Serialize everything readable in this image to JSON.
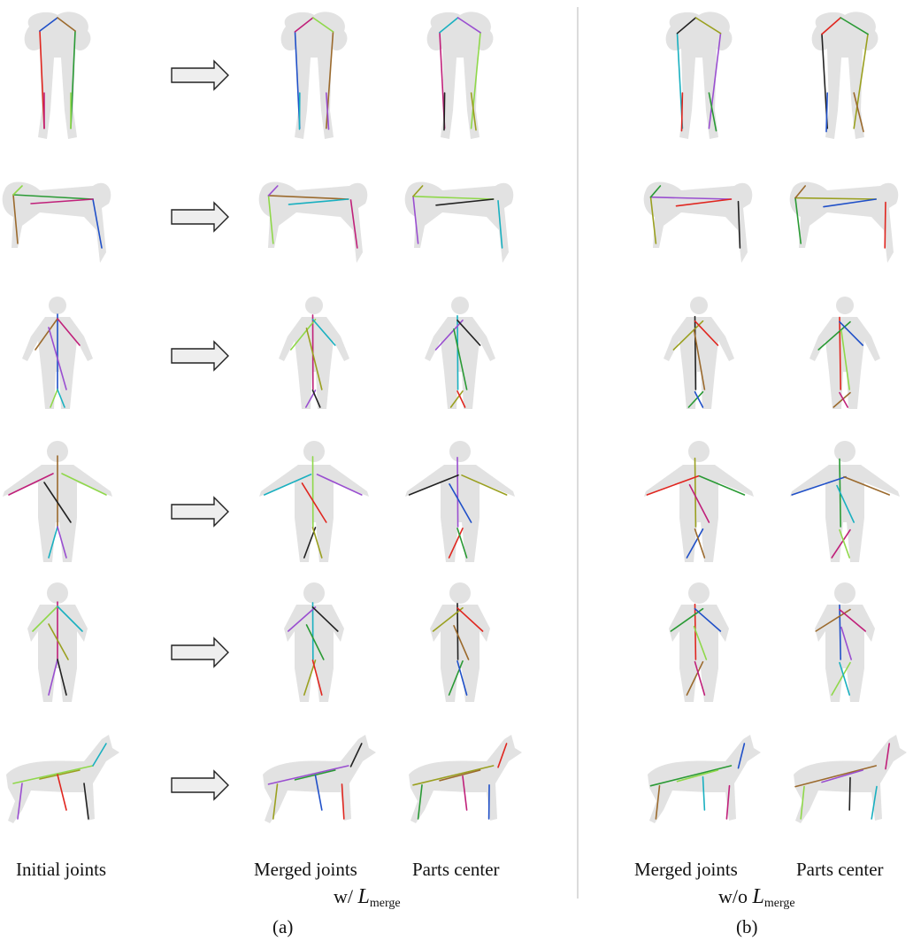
{
  "labels": {
    "initial_joints": "Initial joints",
    "merged_joints_a": "Merged joints",
    "parts_center_a": "Parts center",
    "merged_joints_b": "Merged joints",
    "parts_center_b": "Parts center",
    "with_prefix": "w/",
    "without_prefix": "w/o",
    "loss_symbol": "L",
    "loss_subscript": "merge",
    "panel_a": "(a)",
    "panel_b": "(b)"
  },
  "rows": [
    {
      "shape": "tall-figure"
    },
    {
      "shape": "quadruped"
    },
    {
      "shape": "human-arms-down"
    },
    {
      "shape": "human-t-pose"
    },
    {
      "shape": "human-stocky"
    },
    {
      "shape": "dog"
    }
  ],
  "colors": {
    "silhouette": "#e2e2e2",
    "divider": "#c8c8c8",
    "arrow_fill": "#eeeeee",
    "arrow_stroke": "#222222",
    "bone_red": "#e0261f",
    "bone_green": "#2a9a35",
    "bone_blue": "#2050c8",
    "bone_brown": "#9b6a2d",
    "bone_magenta": "#c0207a",
    "bone_lime": "#8fd84a",
    "bone_cyan": "#1ab0c0",
    "bone_purple": "#9a4fd0",
    "bone_dark": "#222222",
    "bone_olive": "#9aa020",
    "bone_tan": "#c9a0a0"
  }
}
